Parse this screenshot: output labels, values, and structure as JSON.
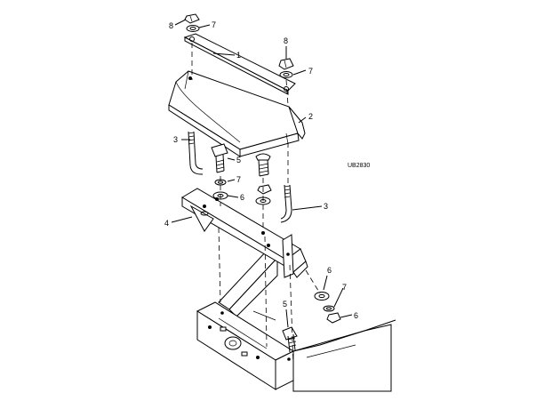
{
  "drawing_code": "UB2830",
  "callouts": {
    "c1": "1",
    "c2": "2",
    "c3a": "3",
    "c3b": "3",
    "c4": "4",
    "c5a": "5",
    "c5b": "5",
    "c6a": "6",
    "c6b": "6",
    "c6c": "6",
    "c7a": "7",
    "c7b": "7",
    "c7c": "7",
    "c7d": "7",
    "c8a": "8",
    "c8b": "8"
  }
}
